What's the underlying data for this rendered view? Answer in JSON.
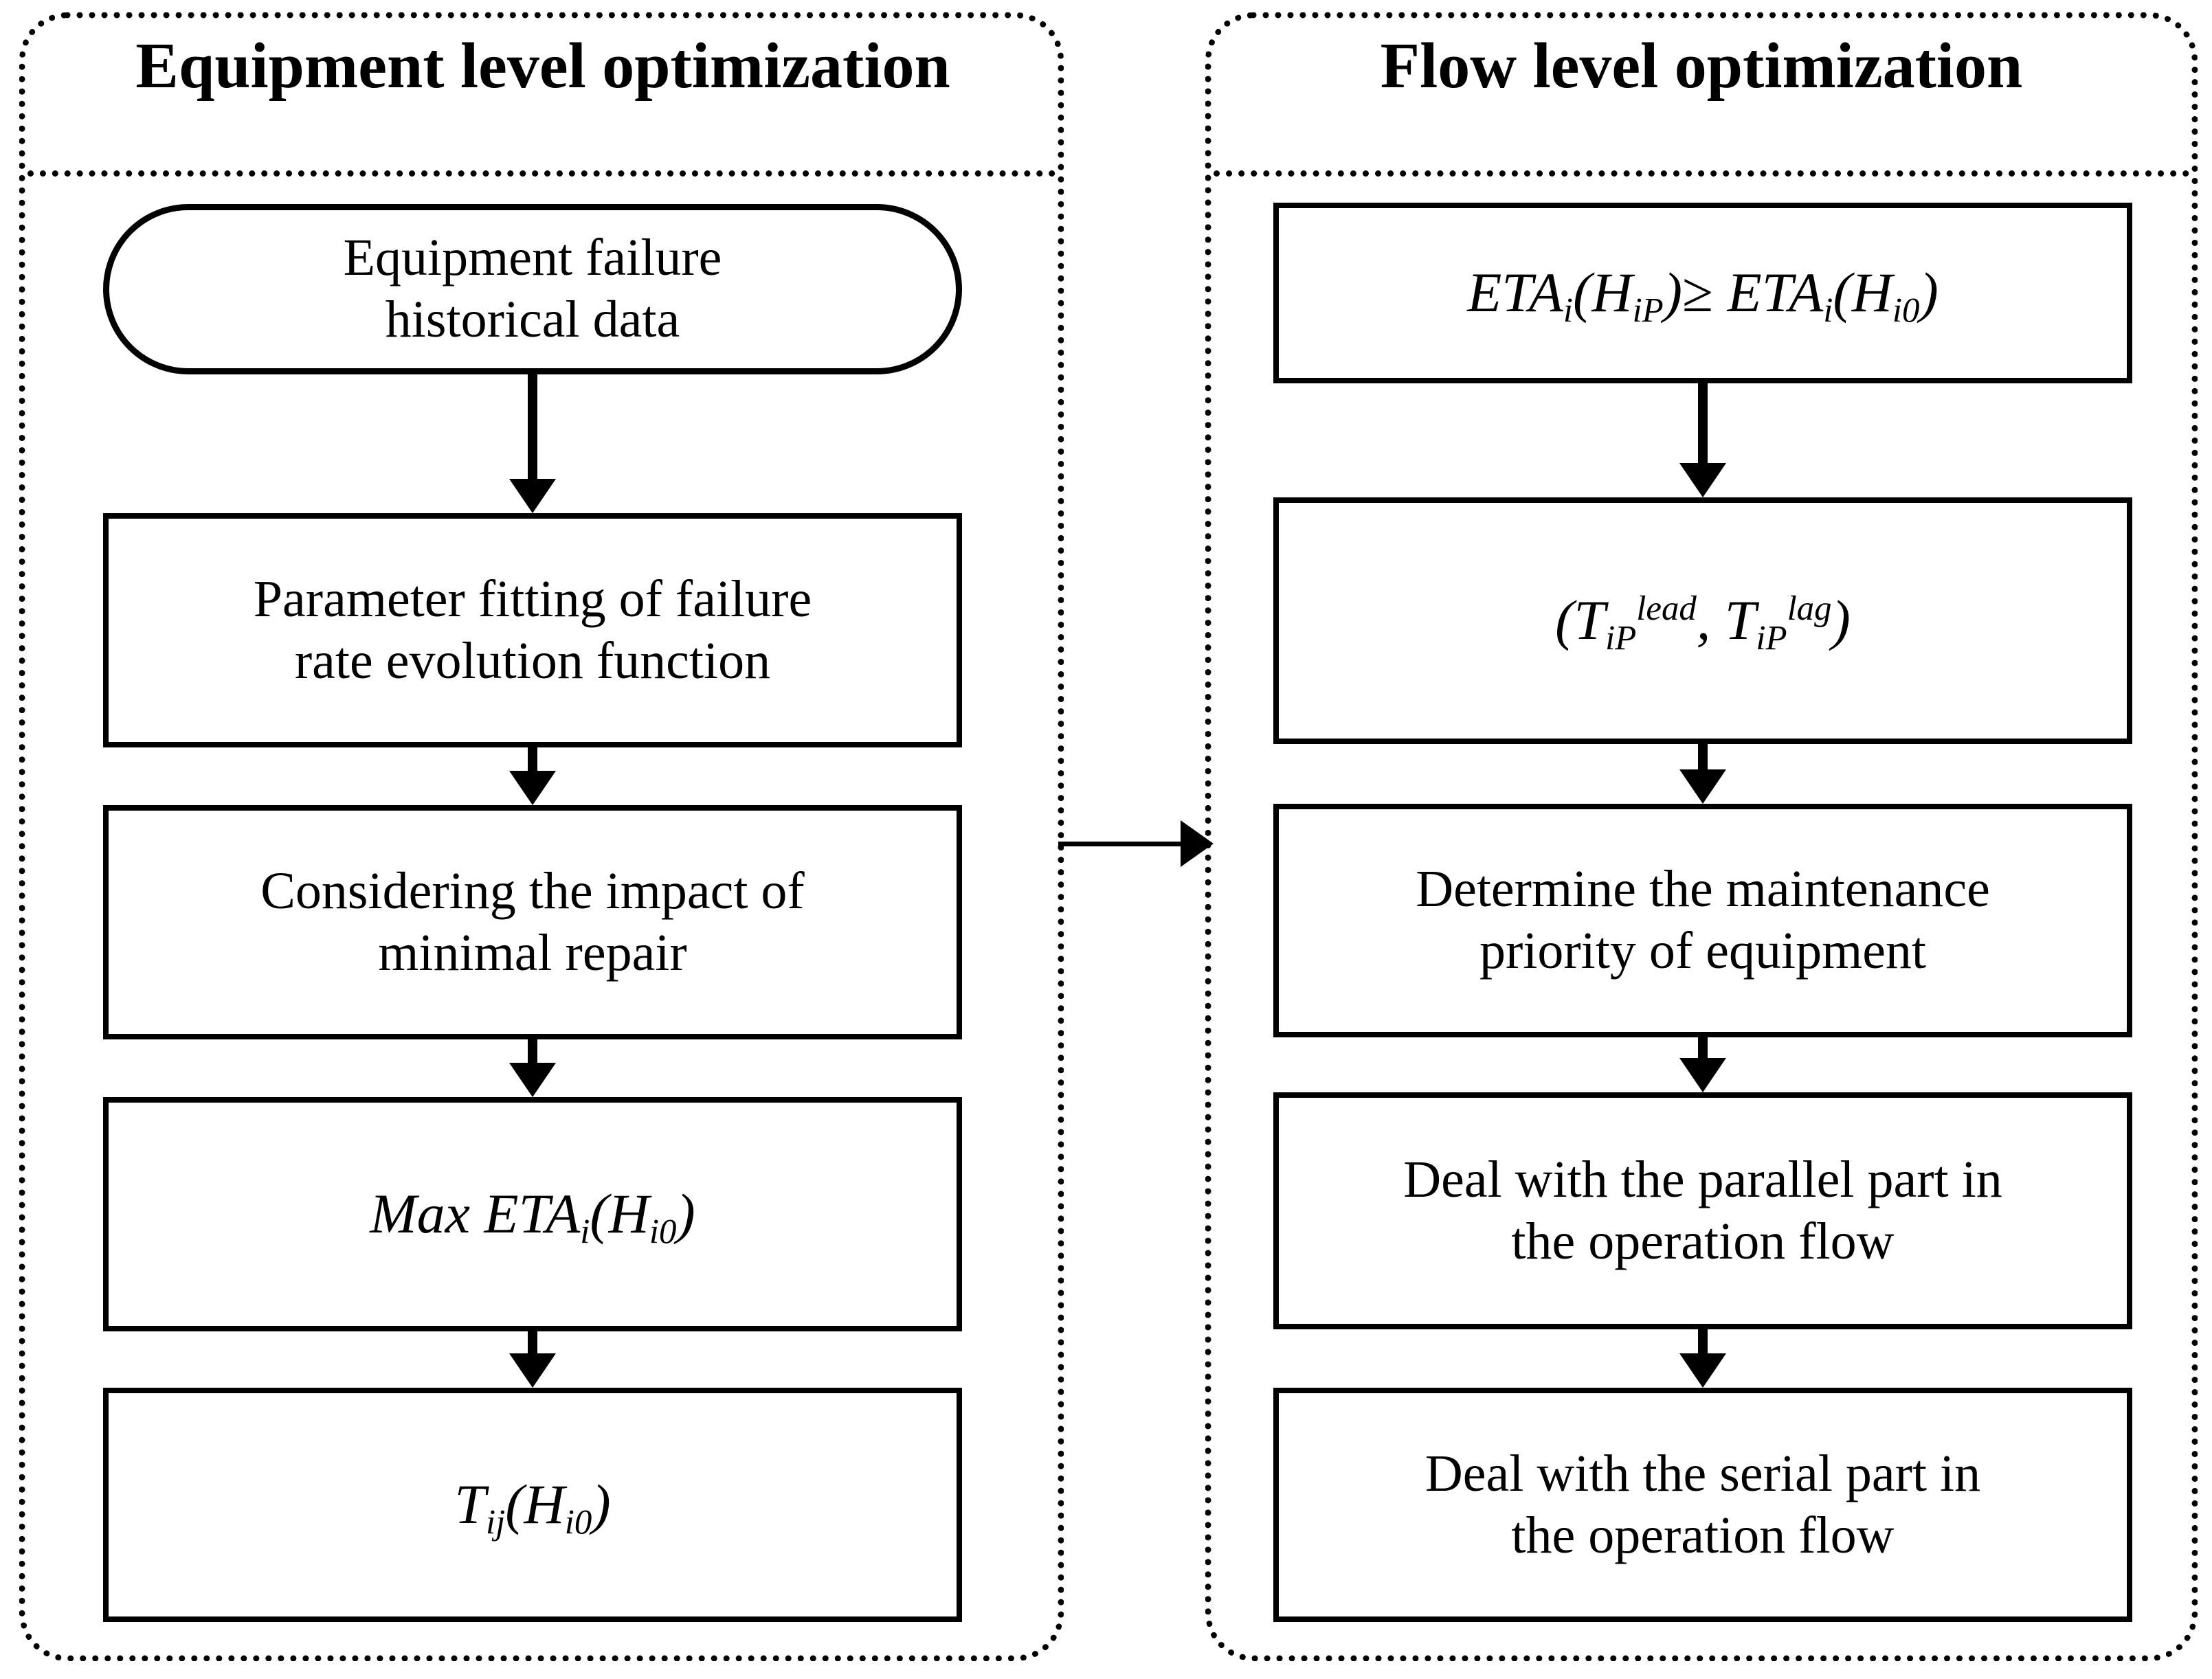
{
  "diagram": {
    "type": "flowchart",
    "orientation": "two-column",
    "background_color": "#ffffff",
    "line_color": "#000000"
  },
  "panels": [
    {
      "id": "equipment-level",
      "title": "Equipment level optimization",
      "border_style": "dotted",
      "nodes": [
        {
          "id": "eq-n1",
          "shape": "stadium",
          "text_lines": [
            "Equipment failure",
            "historical data"
          ]
        },
        {
          "id": "eq-n2",
          "shape": "rect",
          "text_lines": [
            "Parameter fitting of failure",
            "rate evolution function"
          ]
        },
        {
          "id": "eq-n3",
          "shape": "rect",
          "text_lines": [
            "Considering the impact of",
            "minimal repair"
          ]
        },
        {
          "id": "eq-n4",
          "shape": "rect",
          "math": true,
          "text_lines": [
            "Max ETA_i(H_i0)"
          ]
        },
        {
          "id": "eq-n5",
          "shape": "rect",
          "math": true,
          "text_lines": [
            "T_ij(H_i0)"
          ]
        }
      ]
    },
    {
      "id": "flow-level",
      "title": "Flow level optimization",
      "border_style": "dotted",
      "nodes": [
        {
          "id": "fl-n1",
          "shape": "rect",
          "math": true,
          "text_lines": [
            "ETA_i(H_iP) >= ETA_i(H_i0)"
          ]
        },
        {
          "id": "fl-n2",
          "shape": "rect",
          "math": true,
          "text_lines": [
            "(T_iP^lead, T_iP^lag)"
          ]
        },
        {
          "id": "fl-n3",
          "shape": "rect",
          "text_lines": [
            "Determine the maintenance",
            "priority of equipment"
          ]
        },
        {
          "id": "fl-n4",
          "shape": "rect",
          "text_lines": [
            "Deal with the parallel part in",
            "the operation flow"
          ]
        },
        {
          "id": "fl-n5",
          "shape": "rect",
          "text_lines": [
            "Deal with the serial part in",
            "the operation flow"
          ]
        }
      ]
    }
  ],
  "labels": {
    "equipment_panel_title": "Equipment level optimization",
    "flow_panel_title": "Flow level optimization",
    "eq_n1_l1": "Equipment failure",
    "eq_n1_l2": "historical data",
    "eq_n2_l1": "Parameter fitting of failure",
    "eq_n2_l2": "rate evolution function",
    "eq_n3_l1": "Considering the impact of",
    "eq_n3_l2": "minimal repair",
    "fl_n3_l1": "Determine the maintenance",
    "fl_n3_l2": "priority of equipment",
    "fl_n4_l1": "Deal with the parallel part in",
    "fl_n4_l2": "the operation flow",
    "fl_n5_l1": "Deal with the serial part in",
    "fl_n5_l2": "the operation flow"
  },
  "math": {
    "eq_n4": {
      "prefix": "Max ETA",
      "sub1": "i",
      "open": "(",
      "base": "H",
      "sub2": "i0",
      "close": ")"
    },
    "eq_n5": {
      "base1": "T",
      "sub1": "ij",
      "open": "(",
      "base2": "H",
      "sub2": "i0",
      "close": ")"
    },
    "fl_n1": {
      "lhs_name": "ETA",
      "lhs_sub": "i",
      "lhs_arg": "H",
      "lhs_arg_sub": "iP",
      "relation": "≥",
      "rhs_name": "ETA",
      "rhs_sub": "i",
      "rhs_arg": "H",
      "rhs_arg_sub": "i0"
    },
    "fl_n2": {
      "open": "(",
      "base1": "T",
      "sub1": "iP",
      "sup1": "lead",
      "sep": ", ",
      "base2": "T",
      "sub2": "iP",
      "sup2": "lag",
      "close": ")"
    }
  },
  "connectors": [
    {
      "id": "eq-a1",
      "from": "eq-n1",
      "to": "eq-n2",
      "direction": "down"
    },
    {
      "id": "eq-a2",
      "from": "eq-n2",
      "to": "eq-n3",
      "direction": "down"
    },
    {
      "id": "eq-a3",
      "from": "eq-n3",
      "to": "eq-n4",
      "direction": "down"
    },
    {
      "id": "eq-a4",
      "from": "eq-n4",
      "to": "eq-n5",
      "direction": "down"
    },
    {
      "id": "cross",
      "from": "equipment-level",
      "to": "flow-level",
      "direction": "right"
    },
    {
      "id": "fl-a1",
      "from": "fl-n1",
      "to": "fl-n2",
      "direction": "down"
    },
    {
      "id": "fl-a2",
      "from": "fl-n2",
      "to": "fl-n3",
      "direction": "down"
    },
    {
      "id": "fl-a3",
      "from": "fl-n3",
      "to": "fl-n4",
      "direction": "down"
    },
    {
      "id": "fl-a4",
      "from": "fl-n4",
      "to": "fl-n5",
      "direction": "down"
    }
  ]
}
